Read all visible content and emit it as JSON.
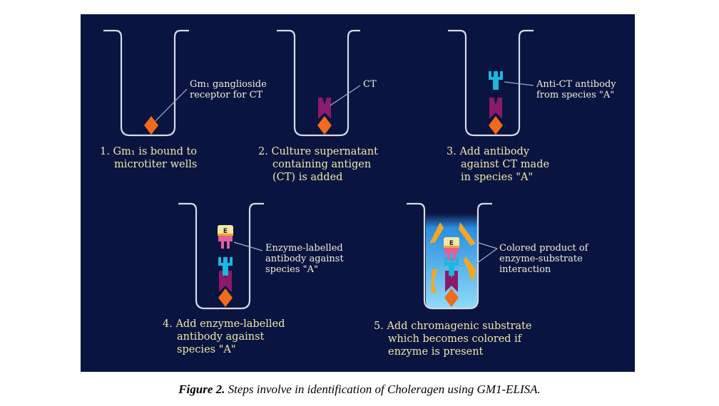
{
  "colors": {
    "background": "#0a1440",
    "ganglioside": "#f26a1b",
    "toxin": "#8b1a6b",
    "antibody_a": "#1ab8e0",
    "antibody_b": "#e0609a",
    "enzyme": "#f5e6a8",
    "product": "#f5a623",
    "substrate": "#5ec8f0"
  },
  "steps": [
    {
      "lines": [
        "1.  Gm₁ is bound to",
        "microtiter wells"
      ],
      "label": [
        "Gm₁ ganglioside",
        "receptor for CT"
      ]
    },
    {
      "lines": [
        "2.  Culture supernatant",
        "containing antigen",
        "(CT) is added"
      ],
      "label": [
        "CT"
      ]
    },
    {
      "lines": [
        "3.  Add antibody",
        "against CT made",
        "in species \"A\""
      ],
      "label": [
        "Anti-CT antibody",
        "from species \"A\""
      ]
    },
    {
      "lines": [
        "4.  Add enzyme-labelled",
        "antibody against",
        "species \"A\""
      ],
      "label": [
        "Enzyme-labelled",
        "antibody against",
        "species \"A\""
      ]
    },
    {
      "lines": [
        "5.  Add chromagenic substrate",
        "which becomes colored if",
        "enzyme is present"
      ],
      "label": [
        "Colored product of",
        "enzyme-substrate",
        "interaction"
      ]
    }
  ],
  "enzyme_letter": "E",
  "caption": {
    "prefix": "Figure 2.",
    "text": " Steps involve in identification of Choleragen using GM1-ELISA."
  }
}
